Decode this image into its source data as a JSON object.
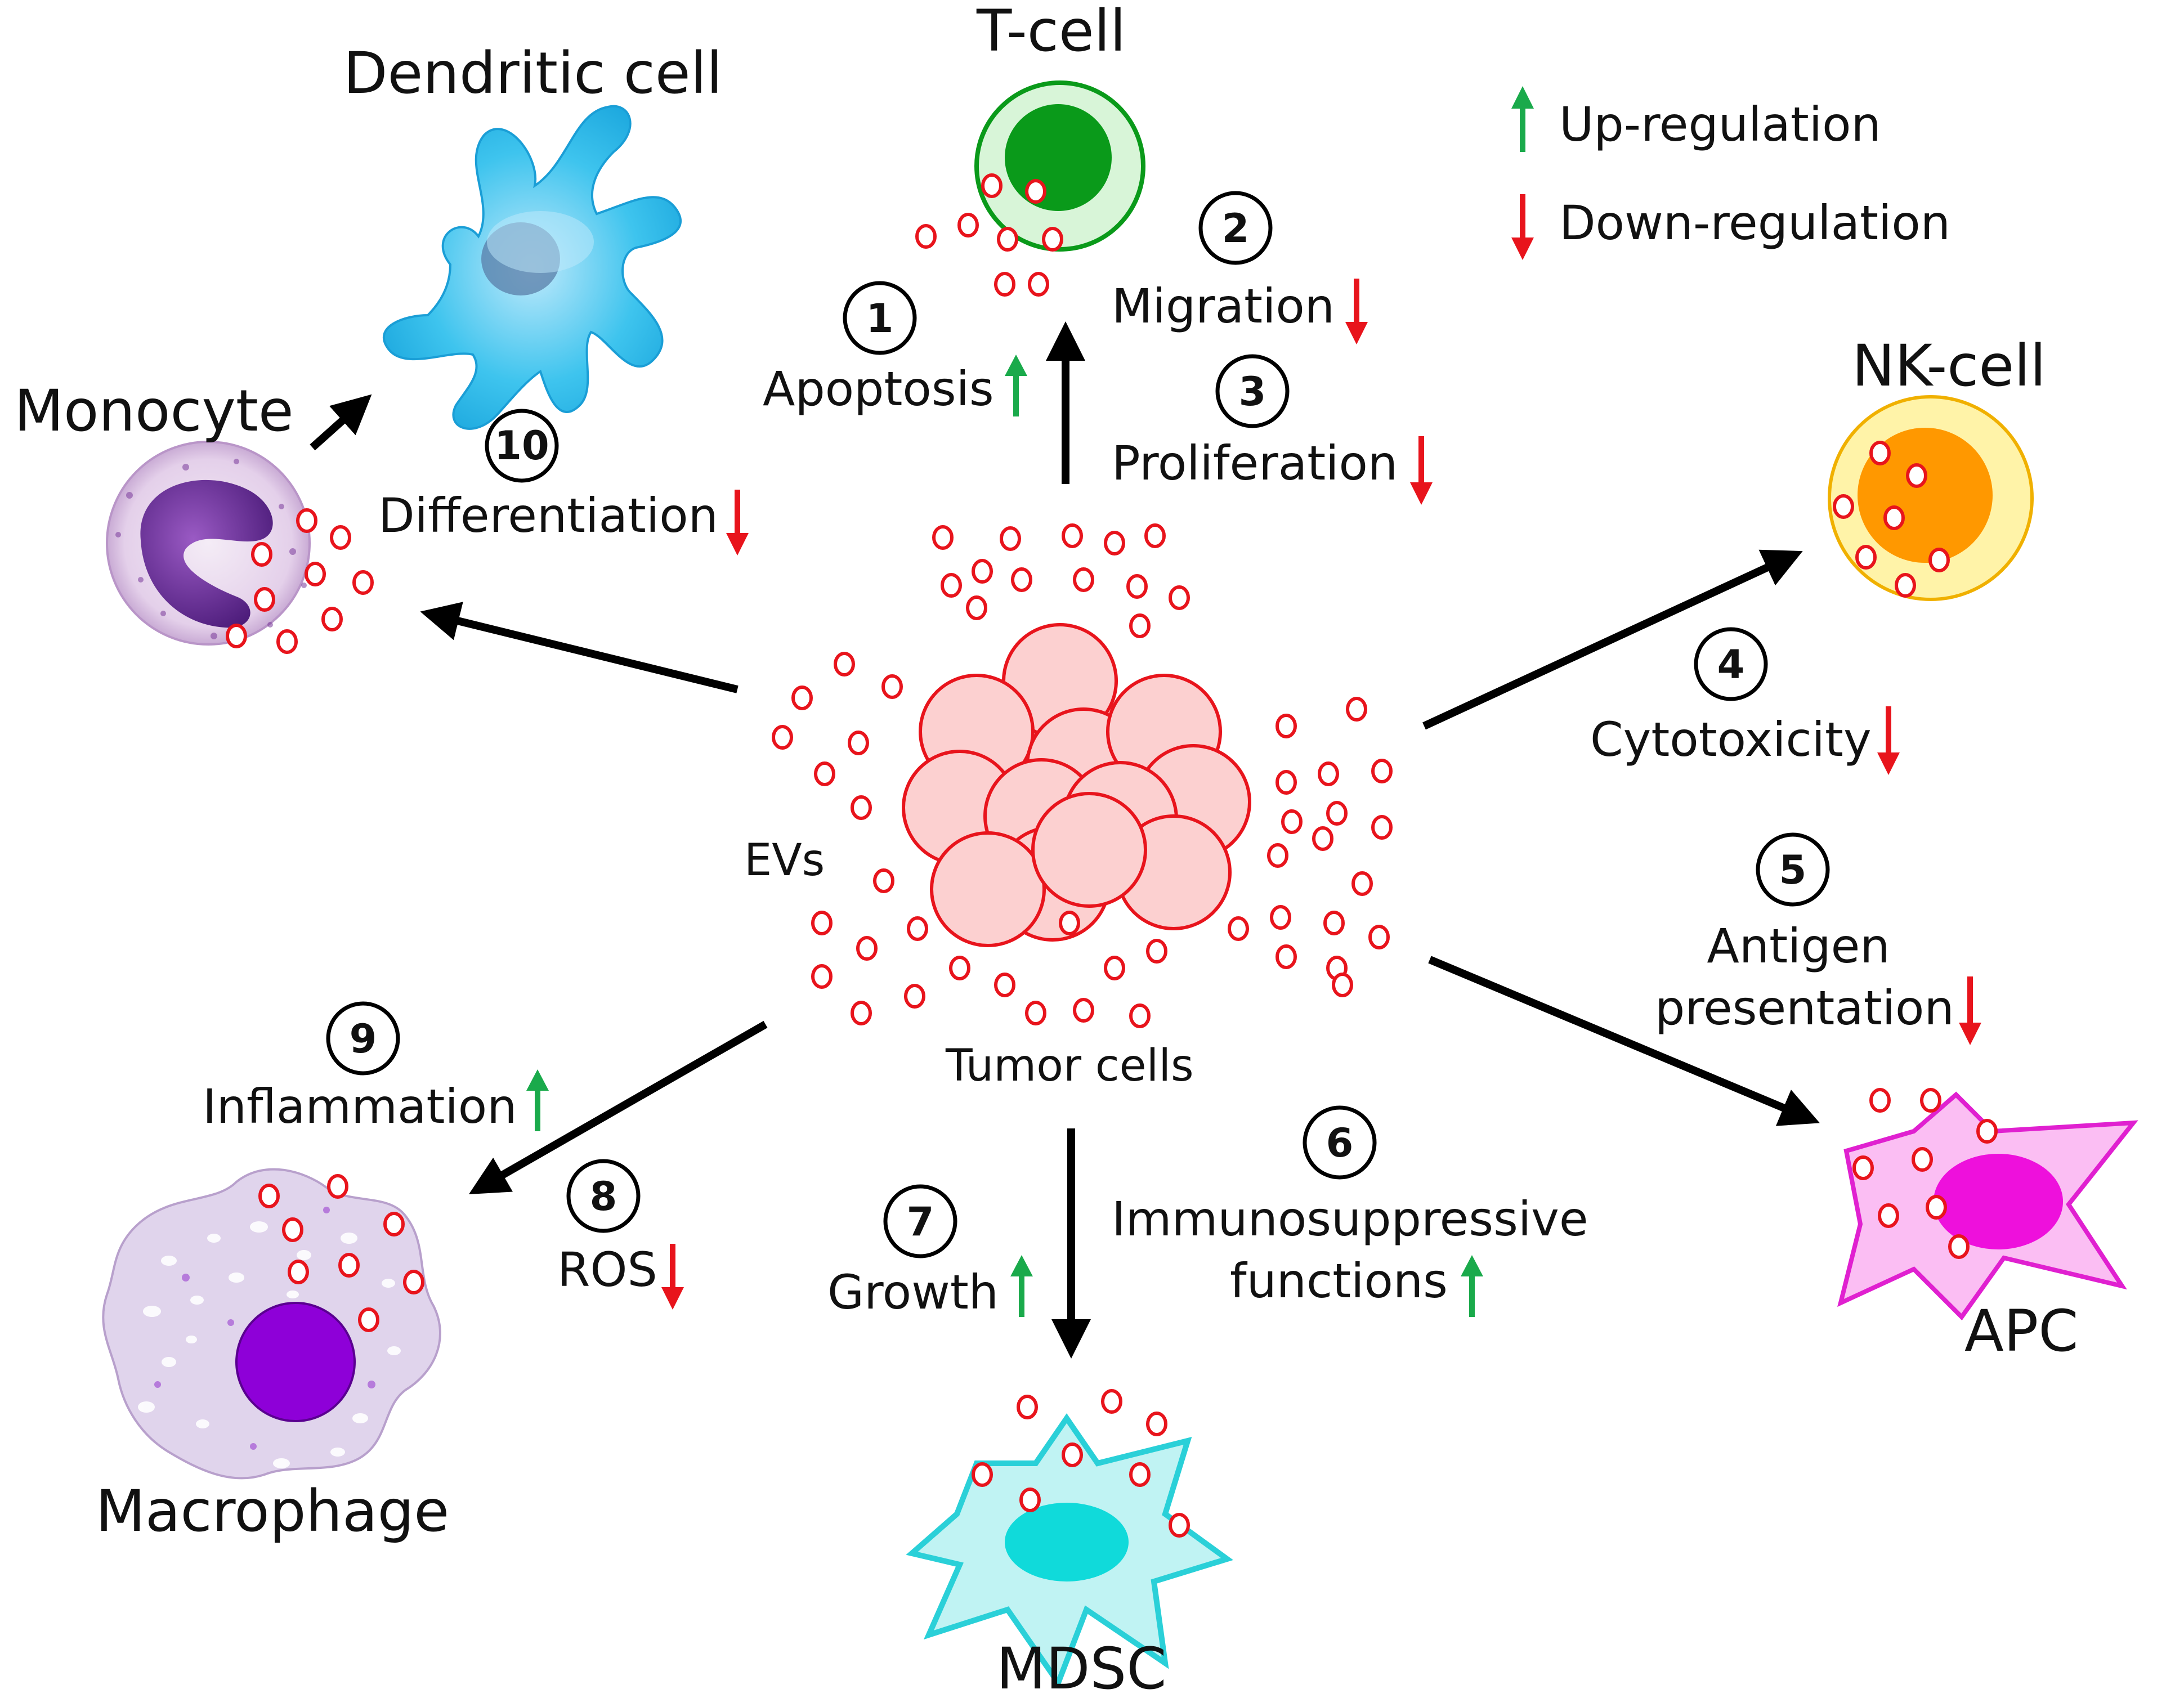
{
  "cells": {
    "dendritic": "Dendritic cell",
    "t_cell": "T-cell",
    "monocyte": "Monocyte",
    "nk_cell": "NK-cell",
    "macrophage": "Macrophage",
    "mdsc": "MDSC",
    "apc": "APC"
  },
  "center": {
    "tumor_label": "Tumor cells",
    "ev_label": "EVs"
  },
  "legend": {
    "up": "Up-regulation",
    "down": "Down-regulation"
  },
  "effects": [
    {
      "number": "1",
      "label": "Apoptosis",
      "direction": "up"
    },
    {
      "number": "2",
      "label": "Migration",
      "direction": "down"
    },
    {
      "number": "3",
      "label": "Proliferation",
      "direction": "down"
    },
    {
      "number": "4",
      "label": "Cytotoxicity",
      "direction": "down"
    },
    {
      "number": "5",
      "label_line1": "Antigen",
      "label_line2": "presentation",
      "direction": "down"
    },
    {
      "number": "6",
      "label_line1": "Immunosuppressive",
      "label_line2": "functions",
      "direction": "up"
    },
    {
      "number": "7",
      "label": "Growth",
      "direction": "up"
    },
    {
      "number": "8",
      "label": "ROS",
      "direction": "down"
    },
    {
      "number": "9",
      "label": "Inflammation",
      "direction": "up"
    },
    {
      "number": "10",
      "label": "Differentiation",
      "direction": "down"
    }
  ],
  "colors": {
    "up_arrow": "#1aaa4b",
    "down_arrow": "#e8141c",
    "ev_stroke": "#e8141c",
    "tumor_fill": "#fcd0d0",
    "tumor_stroke": "#e8141c",
    "t_cell_outer": "#d8f5d8",
    "t_cell_inner": "#0a9a1a",
    "nk_outer": "#fff3a8",
    "nk_inner": "#ff9800",
    "apc_fill": "#fbbef3",
    "apc_stroke": "#e020d0",
    "apc_nucleus": "#ee10dc",
    "mdsc_fill": "#c0f3f3",
    "mdsc_stroke": "#2ad0d8",
    "mdsc_nucleus": "#10dada",
    "macrophage_fill": "#e0d4ec",
    "macrophage_nucleus": "#8e00d8",
    "monocyte_nucleus": "#6a2a98",
    "dendritic_fill": "#3ec4ee"
  }
}
